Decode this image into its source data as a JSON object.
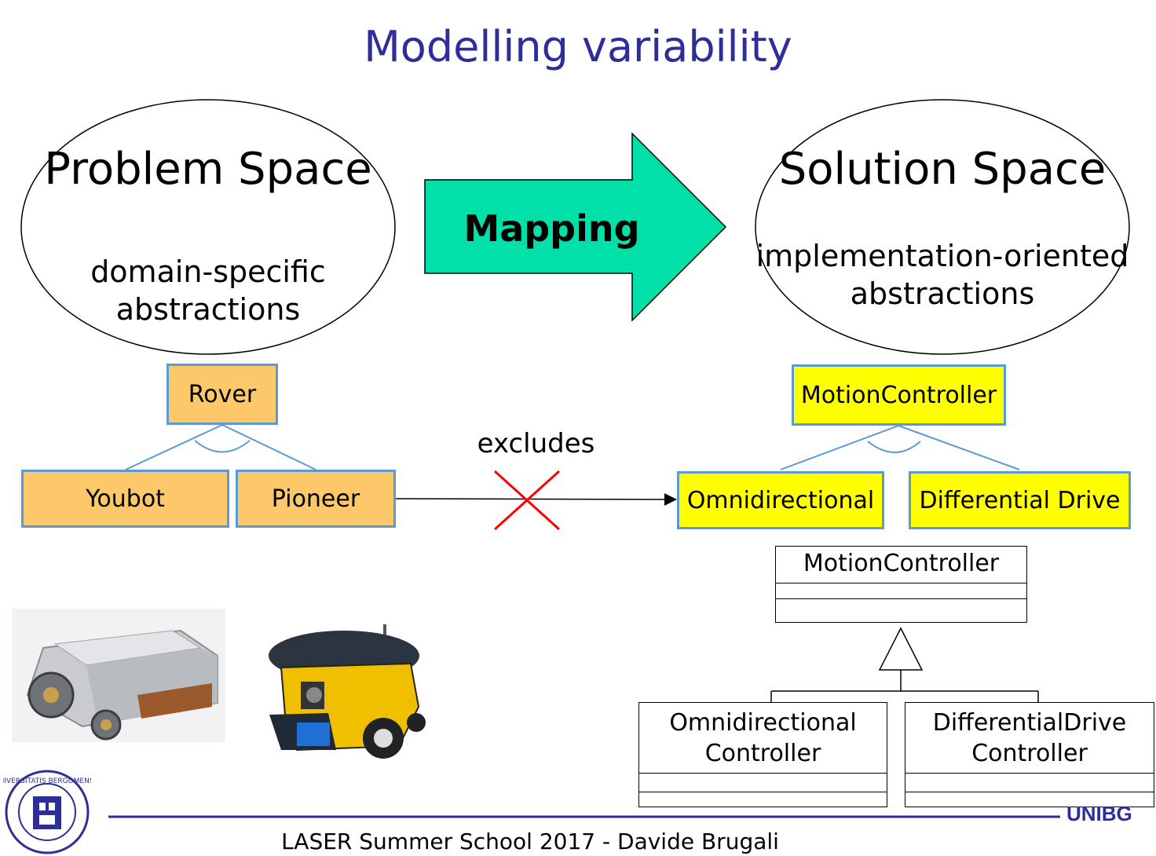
{
  "slide": {
    "title": "Modelling variability",
    "footer": "LASER Summer School 2017 - Davide Brugali",
    "brand": "UNIBG",
    "logo_text": "UNIVERSITATIS BERGOMENSIS"
  },
  "problem_space": {
    "title": "Problem Space",
    "line1": "domain-specific",
    "line2": "abstractions"
  },
  "mapping": {
    "label": "Mapping"
  },
  "solution_space": {
    "title": "Solution Space",
    "line1": "implementation-oriented",
    "line2": "abstractions"
  },
  "problem_features": {
    "root": "Rover",
    "children": [
      "Youbot",
      "Pioneer"
    ]
  },
  "solution_features": {
    "root": "MotionController",
    "children": [
      "Omnidirectional",
      "Differential Drive"
    ]
  },
  "relation": {
    "label": "excludes"
  },
  "uml": {
    "base": "MotionController",
    "sub1": {
      "line1": "Omnidirectional",
      "line2": "Controller"
    },
    "sub2": {
      "line1": "DifferentialDrive",
      "line2": "Controller"
    }
  },
  "colors": {
    "title": "#2e2e9a",
    "arrow": "#00e0a8",
    "feature_orange": "#fcc86a",
    "feature_yellow": "#ffff00",
    "feature_border": "#5b9bd5",
    "cross": "#ff0000",
    "footer_rule": "#2e2e9a"
  },
  "images": [
    "youbot-robot-photo",
    "pioneer-robot-photo",
    "university-seal-logo"
  ]
}
